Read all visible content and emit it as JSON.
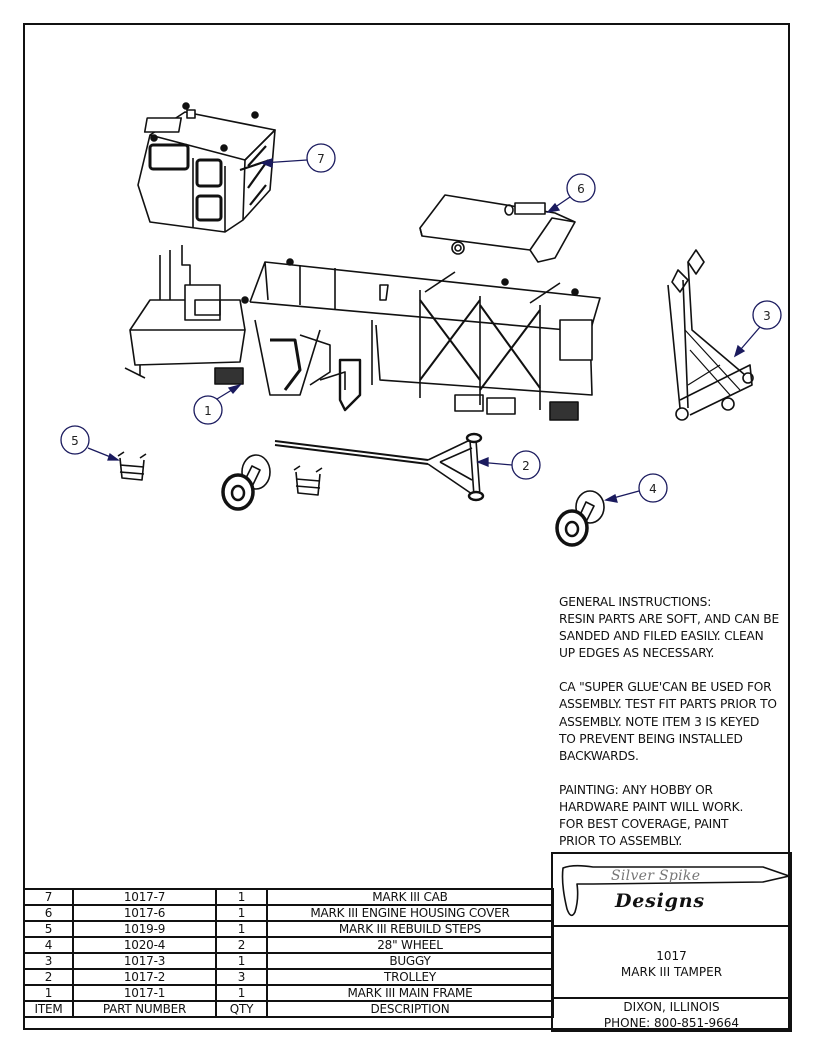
{
  "drawing": {
    "balloons": [
      {
        "item": "7",
        "part": "cab"
      },
      {
        "item": "6",
        "part": "engine-housing-cover"
      },
      {
        "item": "3",
        "part": "buggy"
      },
      {
        "item": "1",
        "part": "main-frame"
      },
      {
        "item": "5",
        "part": "rebuild-steps"
      },
      {
        "item": "2",
        "part": "trolley"
      },
      {
        "item": "4",
        "part": "wheel"
      }
    ]
  },
  "notes": {
    "general": "GENERAL INSTRUCTIONS:\nRESIN PARTS ARE SOFT, AND CAN BE\nSANDED AND FILED EASILY.  CLEAN\nUP EDGES AS NECESSARY.",
    "glue": "CA \"SUPER GLUE'CAN BE USED FOR\nASSEMBLY. TEST FIT PARTS PRIOR TO\nASSEMBLY.  NOTE ITEM 3 IS KEYED\nTO PREVENT BEING INSTALLED\nBACKWARDS.",
    "painting": "PAINTING:  ANY HOBBY OR\nHARDWARE PAINT WILL WORK.\nFOR BEST COVERAGE, PAINT\nPRIOR TO ASSEMBLY."
  },
  "bom": {
    "headers": {
      "item": "ITEM",
      "part_number": "PART NUMBER",
      "qty": "QTY",
      "description": "DESCRIPTION"
    },
    "rows": [
      {
        "item": "7",
        "part_number": "1017-7",
        "qty": "1",
        "description": "MARK III CAB"
      },
      {
        "item": "6",
        "part_number": "1017-6",
        "qty": "1",
        "description": "MARK III ENGINE HOUSING COVER"
      },
      {
        "item": "5",
        "part_number": "1019-9",
        "qty": "1",
        "description": "MARK III REBUILD STEPS"
      },
      {
        "item": "4",
        "part_number": "1020-4",
        "qty": "2",
        "description": "28\" WHEEL"
      },
      {
        "item": "3",
        "part_number": "1017-3",
        "qty": "1",
        "description": "BUGGY"
      },
      {
        "item": "2",
        "part_number": "1017-2",
        "qty": "3",
        "description": "TROLLEY"
      },
      {
        "item": "1",
        "part_number": "1017-1",
        "qty": "1",
        "description": "MARK III MAIN FRAME"
      }
    ]
  },
  "title_block": {
    "logo_line1": "Silver Spike",
    "logo_line2": "Designs",
    "drawing_number": "1017",
    "drawing_title": "MARK III TAMPER",
    "location": "DIXON, ILLINOIS",
    "phone": "PHONE: 800-851-9664"
  },
  "colors": {
    "line": "#111111",
    "leader": "#1a1a5e",
    "logo_gray": "#777777"
  }
}
